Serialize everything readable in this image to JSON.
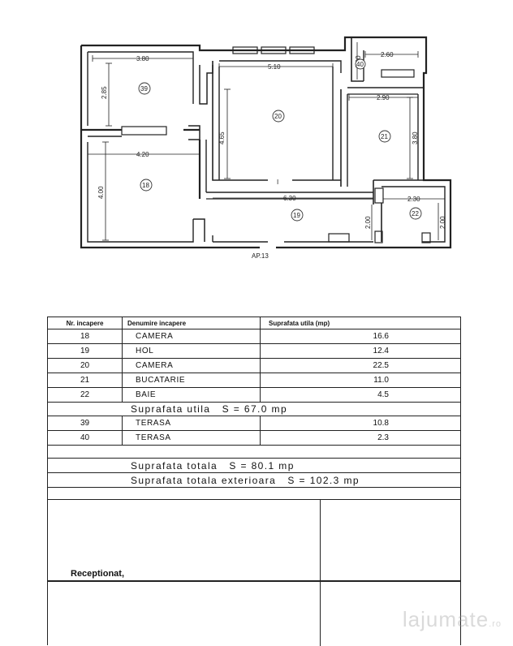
{
  "plan": {
    "label": "AP.13",
    "dimensions": [
      "3.80",
      "2.85",
      "5.10",
      "0.90",
      "2.60",
      "2.90",
      "4.65",
      "3.80",
      "4.20",
      "4.00",
      "6.30",
      "2.30",
      "2.00",
      "2.00"
    ],
    "rooms": [
      "39",
      "20",
      "40",
      "21",
      "18",
      "19",
      "22"
    ],
    "door_mark": "I"
  },
  "table": {
    "headers": {
      "nr": "Nr. incapere",
      "name": "Denumire incapere",
      "area": "Suprafata utila (mp)"
    },
    "rows_main": [
      {
        "nr": "18",
        "name": "CAMERA",
        "area": "16.6"
      },
      {
        "nr": "19",
        "name": "HOL",
        "area": "12.4"
      },
      {
        "nr": "20",
        "name": "CAMERA",
        "area": "22.5"
      },
      {
        "nr": "21",
        "name": "BUCATARIE",
        "area": "11.0"
      },
      {
        "nr": "22",
        "name": "BAIE",
        "area": "4.5"
      }
    ],
    "summary_utila": "Suprafata utila   S = 67.0 mp",
    "rows_terrace": [
      {
        "nr": "39",
        "name": "TERASA",
        "area": "10.8"
      },
      {
        "nr": "40",
        "name": "TERASA",
        "area": "2.3"
      }
    ],
    "summary_totala": "Suprafata totala   S = 80.1 mp",
    "summary_exterioara": "Suprafata totala exterioara   S = 102.3 mp",
    "receptionat": "Receptionat,"
  },
  "watermark": {
    "brand": "lajumate",
    "suffix": ".ro"
  },
  "colors": {
    "ink": "#222222",
    "paper": "#ffffff"
  }
}
